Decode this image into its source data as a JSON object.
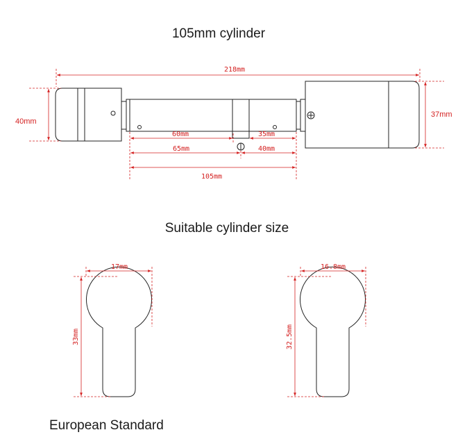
{
  "title": "105mm cylinder",
  "subtitle": "Suitable cylinder size",
  "footer": "European Standard",
  "colors": {
    "dimension": "#d42020",
    "outline": "#222222"
  },
  "cylinder_dims": {
    "overall_length": "218mm",
    "left_height": "40mm",
    "right_height": "37mm",
    "seg_60": "60mm",
    "seg_35": "35mm",
    "seg_65": "65mm",
    "seg_40": "40mm",
    "body_length": "105mm"
  },
  "profile_a": {
    "width": "17mm",
    "height": "33mm"
  },
  "profile_b": {
    "width": "16.8mm",
    "height": "32.5mm"
  }
}
